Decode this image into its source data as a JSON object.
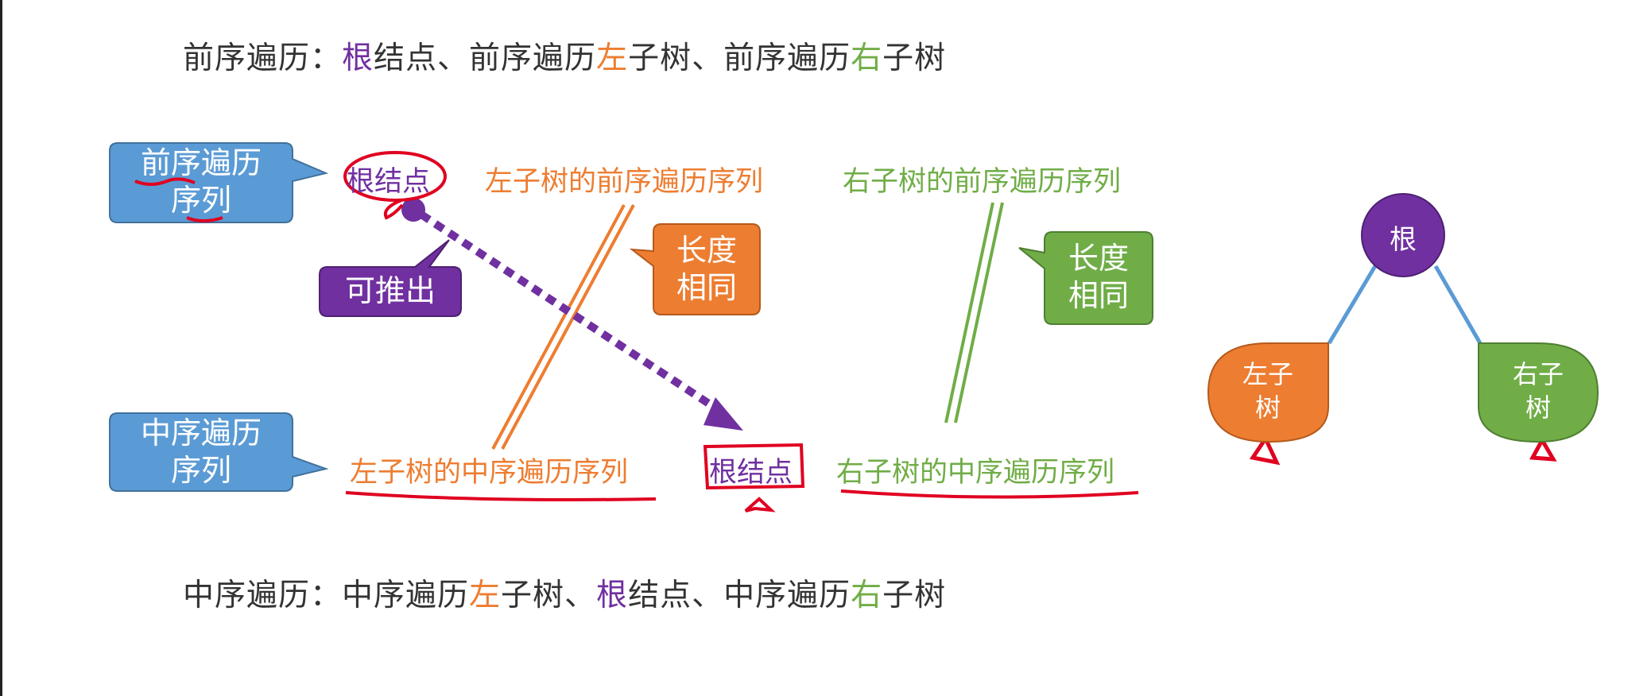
{
  "colors": {
    "purple": "#7030A0",
    "orange": "#ED7D31",
    "green": "#70AD47",
    "blue": "#5B9BD5",
    "red": "#E00020",
    "text": "#333333"
  },
  "header_line": {
    "prefix": "前序遍历：",
    "root_char": "根",
    "part1": "结点、前序遍历",
    "left_char": "左",
    "part2": "子树、前序遍历",
    "right_char": "右",
    "part3": "子树"
  },
  "footer_line": {
    "prefix": "中序遍历：中序遍历",
    "left_char": "左",
    "part1": "子树、",
    "root_char": "根",
    "part2": "结点、中序遍历",
    "right_char": "右",
    "part3": "子树"
  },
  "preorder_row": {
    "callout": [
      "前序遍历",
      "序列"
    ],
    "root": "根结点",
    "left": "左子树的前序遍历序列",
    "right": "右子树的前序遍历序列"
  },
  "inorder_row": {
    "callout": [
      "中序遍历",
      "序列"
    ],
    "left": "左子树的中序遍历序列",
    "root": "根结点",
    "right": "右子树的中序遍历序列"
  },
  "derive_callout": "可推出",
  "same_length_orange": [
    "长度",
    "相同"
  ],
  "same_length_green": [
    "长度",
    "相同"
  ],
  "tree": {
    "root": "根",
    "left": [
      "左子",
      "树"
    ],
    "right": [
      "右子",
      "树"
    ]
  }
}
